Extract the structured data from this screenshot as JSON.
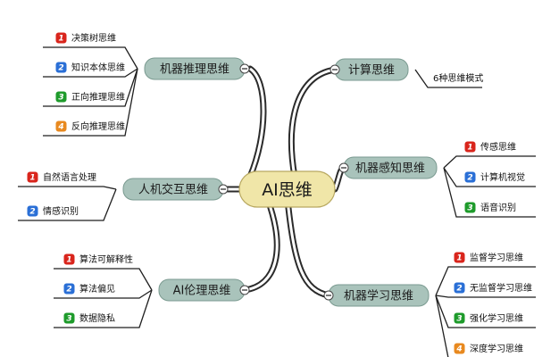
{
  "root": {
    "label": "AI思维"
  },
  "colors": {
    "background": "#ffffff",
    "root_fill": "#f0e6a8",
    "branch_fill": "#a9c3bb",
    "line": "#1f1f1f",
    "badge_red": "#d9251c",
    "badge_blue": "#2a6fd6",
    "badge_green": "#1e9b2b",
    "badge_orange": "#e8891f"
  },
  "branches": [
    {
      "label": "机器推理思维",
      "side": "left",
      "children": [
        {
          "num": "1",
          "color": "red",
          "label": "决策树思维"
        },
        {
          "num": "2",
          "color": "blue",
          "label": "知识本体思维"
        },
        {
          "num": "3",
          "color": "green",
          "label": "正向推理思维"
        },
        {
          "num": "4",
          "color": "orange",
          "label": "反向推理思维"
        }
      ]
    },
    {
      "label": "人机交互思维",
      "side": "left",
      "children": [
        {
          "num": "1",
          "color": "red",
          "label": "自然语言处理"
        },
        {
          "num": "2",
          "color": "blue",
          "label": "情感识别"
        }
      ]
    },
    {
      "label": "AI伦理思维",
      "side": "left",
      "children": [
        {
          "num": "1",
          "color": "red",
          "label": "算法可解释性"
        },
        {
          "num": "2",
          "color": "blue",
          "label": "算法偏见"
        },
        {
          "num": "3",
          "color": "green",
          "label": "数据隐私"
        }
      ]
    },
    {
      "label": "计算思维",
      "side": "right",
      "children": [
        {
          "num": "",
          "color": "none",
          "label": "6种思维模式"
        }
      ]
    },
    {
      "label": "机器感知思维",
      "side": "right",
      "children": [
        {
          "num": "1",
          "color": "red",
          "label": "传感思维"
        },
        {
          "num": "2",
          "color": "blue",
          "label": "计算机视觉"
        },
        {
          "num": "3",
          "color": "green",
          "label": "语音识别"
        }
      ]
    },
    {
      "label": "机器学习思维",
      "side": "right",
      "children": [
        {
          "num": "1",
          "color": "red",
          "label": "监督学习思维"
        },
        {
          "num": "2",
          "color": "blue",
          "label": "无监督学习思维"
        },
        {
          "num": "3",
          "color": "green",
          "label": "强化学习思维"
        },
        {
          "num": "4",
          "color": "orange",
          "label": "深度学习思维"
        }
      ]
    }
  ]
}
